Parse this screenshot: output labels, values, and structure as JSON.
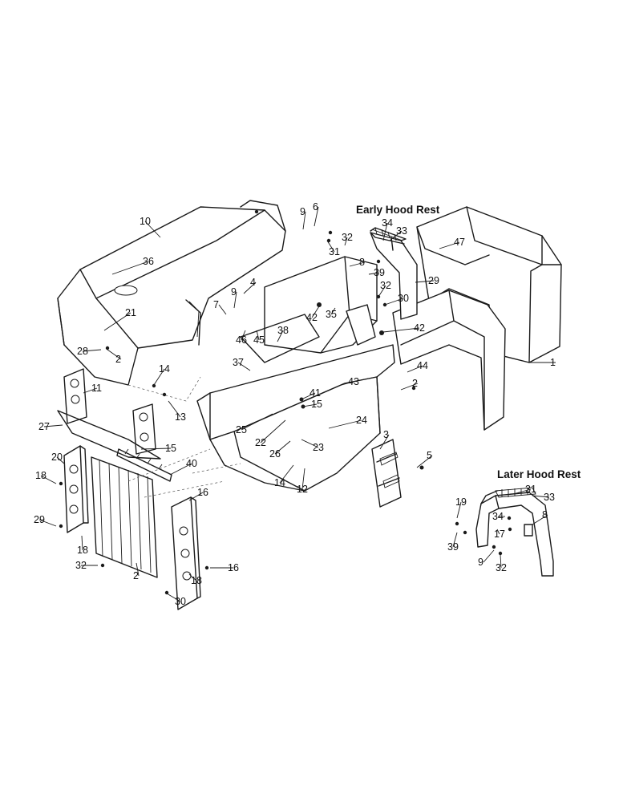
{
  "headings": {
    "early": "Early Hood Rest",
    "later": "Later Hood Rest"
  },
  "callouts": [
    "10",
    "9",
    "6",
    "31",
    "32",
    "34",
    "33",
    "47",
    "36",
    "4",
    "8",
    "39",
    "29",
    "9",
    "7",
    "32",
    "30",
    "21",
    "42",
    "35",
    "38",
    "42",
    "28",
    "2",
    "46",
    "45",
    "1",
    "14",
    "37",
    "44",
    "2",
    "13",
    "41",
    "43",
    "11",
    "15",
    "25",
    "24",
    "27",
    "22",
    "23",
    "26",
    "15",
    "3",
    "20",
    "40",
    "14",
    "12",
    "5",
    "18",
    "16",
    "19",
    "31",
    "33",
    "34",
    "8",
    "29",
    "18",
    "16",
    "2",
    "17",
    "39",
    "32",
    "18",
    "9",
    "32",
    "30",
    "7"
  ]
}
